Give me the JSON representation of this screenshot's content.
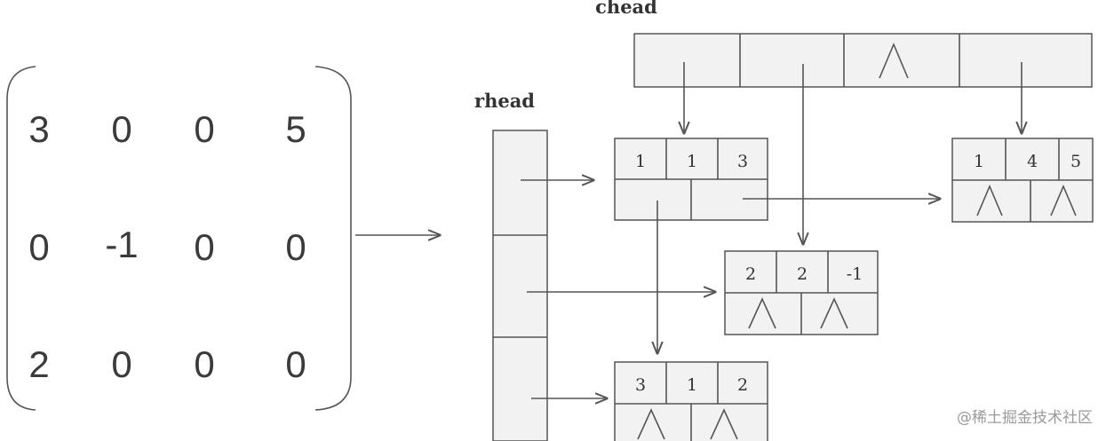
{
  "matrix": {
    "rows": [
      [
        "3",
        "0",
        "0",
        "5"
      ],
      [
        "0",
        "-1",
        "0",
        "0"
      ],
      [
        "2",
        "0",
        "0",
        "0"
      ]
    ]
  },
  "labels": {
    "chead": "chead",
    "rhead": "rhead"
  },
  "nodes": [
    {
      "id": "n11",
      "row": "1",
      "col": "1",
      "value": "3"
    },
    {
      "id": "n14",
      "row": "1",
      "col": "4",
      "value": "5"
    },
    {
      "id": "n22",
      "row": "2",
      "col": "2",
      "value": "-1"
    },
    {
      "id": "n31",
      "row": "3",
      "col": "1",
      "value": "2"
    }
  ],
  "watermark": "@稀土掘金技术社区"
}
